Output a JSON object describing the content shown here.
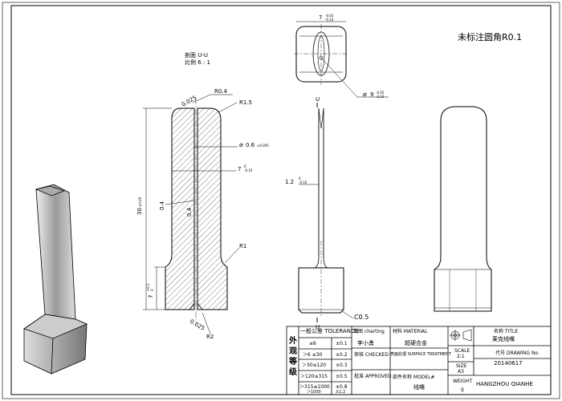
{
  "note": "未标注圆角R0.1",
  "section": {
    "title": "剖面 U-U",
    "scale": "比例 6 : 1"
  },
  "dims": {
    "top_width": "7",
    "top_width_tol_upper": "-0.03",
    "top_width_tol_lower": "-0.10",
    "diameter_9": "9",
    "diameter_9_tol_upper": "-0.05",
    "diameter_9_tol_lower": "-0.10",
    "r04": "R0.4",
    "t0025_top": "0.025",
    "r15": "R1.5",
    "dia06": "0.6",
    "dia06_tol": "±0.005",
    "w7": "7",
    "w7_tol_upper": "0",
    "w7_tol_lower": "-0.10",
    "h30": "30",
    "h30_tol": "±0.05",
    "left04": "0.4",
    "mid04": "0.4",
    "w12": "1.2",
    "w12_tol_upper": "0",
    "w12_tol_lower": "-0.10",
    "r1": "R1",
    "h7": "7",
    "h7_tol_upper": "+0.1",
    "h7_tol_lower": "0",
    "t0025_bot": "0.025",
    "r2": "R2",
    "c05": "C0.5",
    "u_top": "U",
    "u_bot": "U"
  },
  "title_block": {
    "side_label": "外观等级",
    "tol_header": "一般公差 TOLERANCE",
    "tol_rows": [
      {
        "range": "≤6",
        "tol": "±0.1"
      },
      {
        "range": "＞6 ≤30",
        "tol": "±0.2"
      },
      {
        "range": "＞30≤120",
        "tol": "±0.3"
      },
      {
        "range": "＞120≤315",
        "tol": "±0.5"
      },
      {
        "range": "＞315≤1000",
        "tol": "±0.8"
      },
      {
        "range": "＞1000",
        "tol": "±1.2"
      }
    ],
    "drawn_label": "制图 charting",
    "drawn_value": "李小勇",
    "checked_label": "审核 CHECKED",
    "approved_label": "批准 APPROVED",
    "material_label": "材料 MATERIAL",
    "material_value": "超硬合金",
    "surface_label": "表面处理 SURFACE TREATMENT",
    "model_label": "部件名称 MODEL#",
    "model_value": "线嘴",
    "scale_label": "SCALE",
    "scale_value": "2:1",
    "size_label": "SIZE",
    "size_value": "A3",
    "weight_label": "WEIGHT",
    "weight_value": "g",
    "name_label": "名称 TITLE",
    "name_value": "莱克线嘴",
    "dwg_label": "代号 DRAWING No.",
    "dwg_value": "20140617",
    "company": "HANGZHOU QIANHE"
  }
}
